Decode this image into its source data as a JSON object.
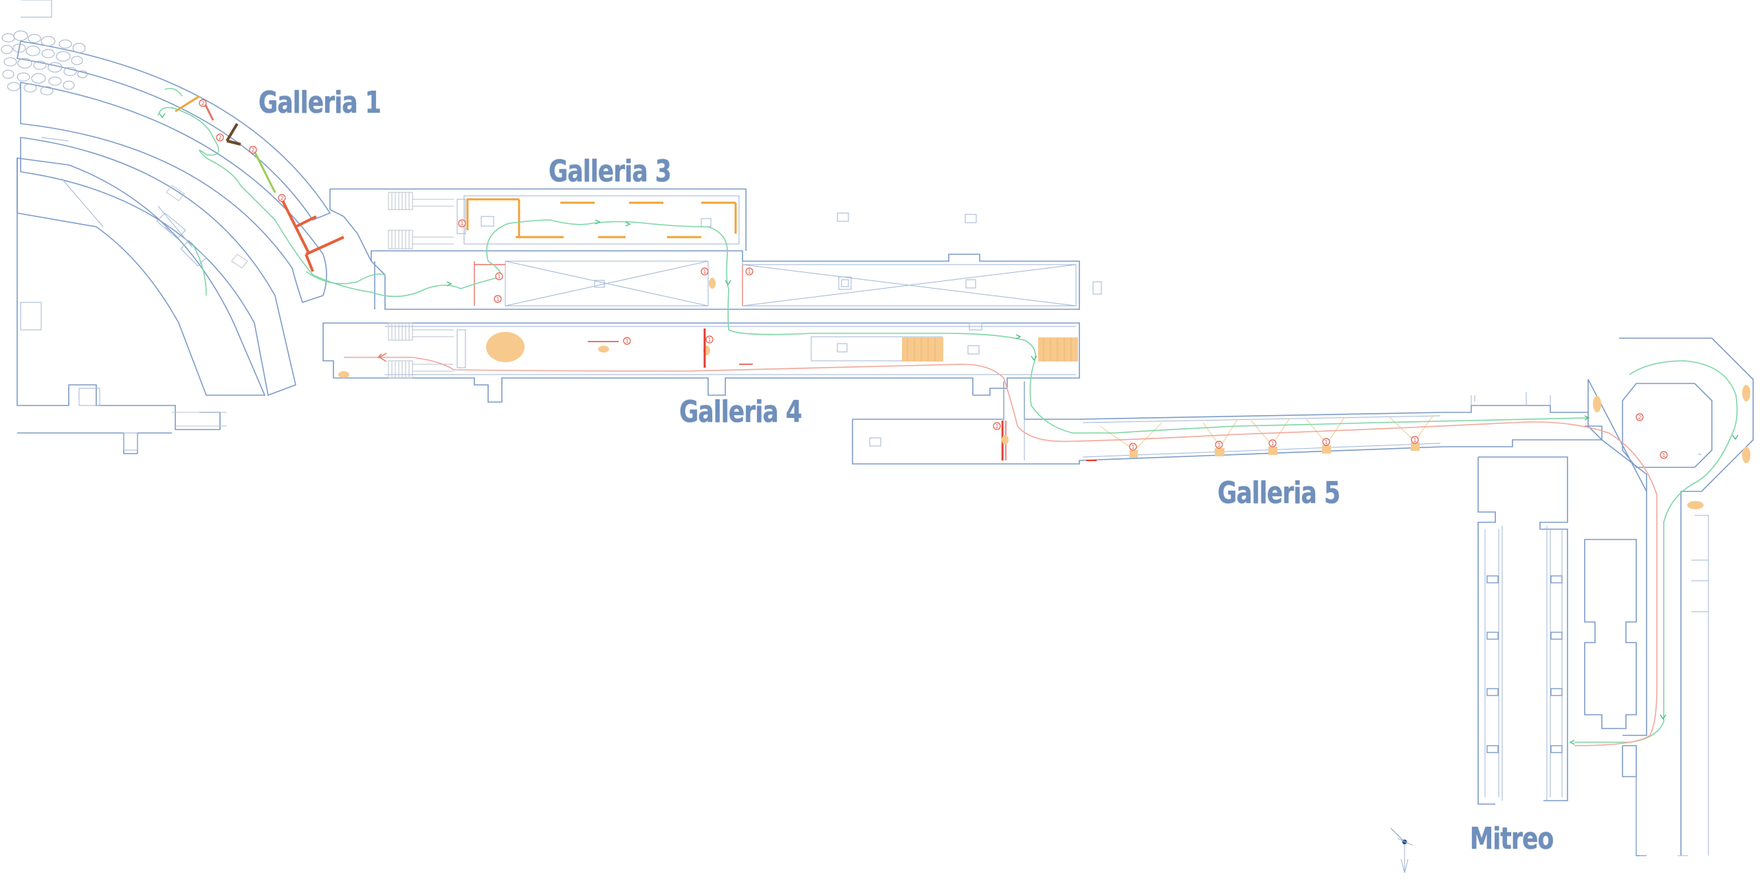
{
  "labels": {
    "galleria_1": "Galleria 1",
    "galleria_3": "Galleria 3",
    "galleria_4": "Galleria 4",
    "galleria_5": "Galleria 5",
    "mitreo": "Mitreo"
  },
  "markers": {
    "one": "1",
    "two": "2"
  },
  "colors": {
    "walls": "#7d9cc9",
    "labels": "#6f8fbc",
    "route_green": "#7fd6a6",
    "route_red": "#f2a79a",
    "exhibit_orange": "#f7c98c",
    "marker_red": "#e15b4c"
  },
  "icons": [
    "compass-icon"
  ]
}
